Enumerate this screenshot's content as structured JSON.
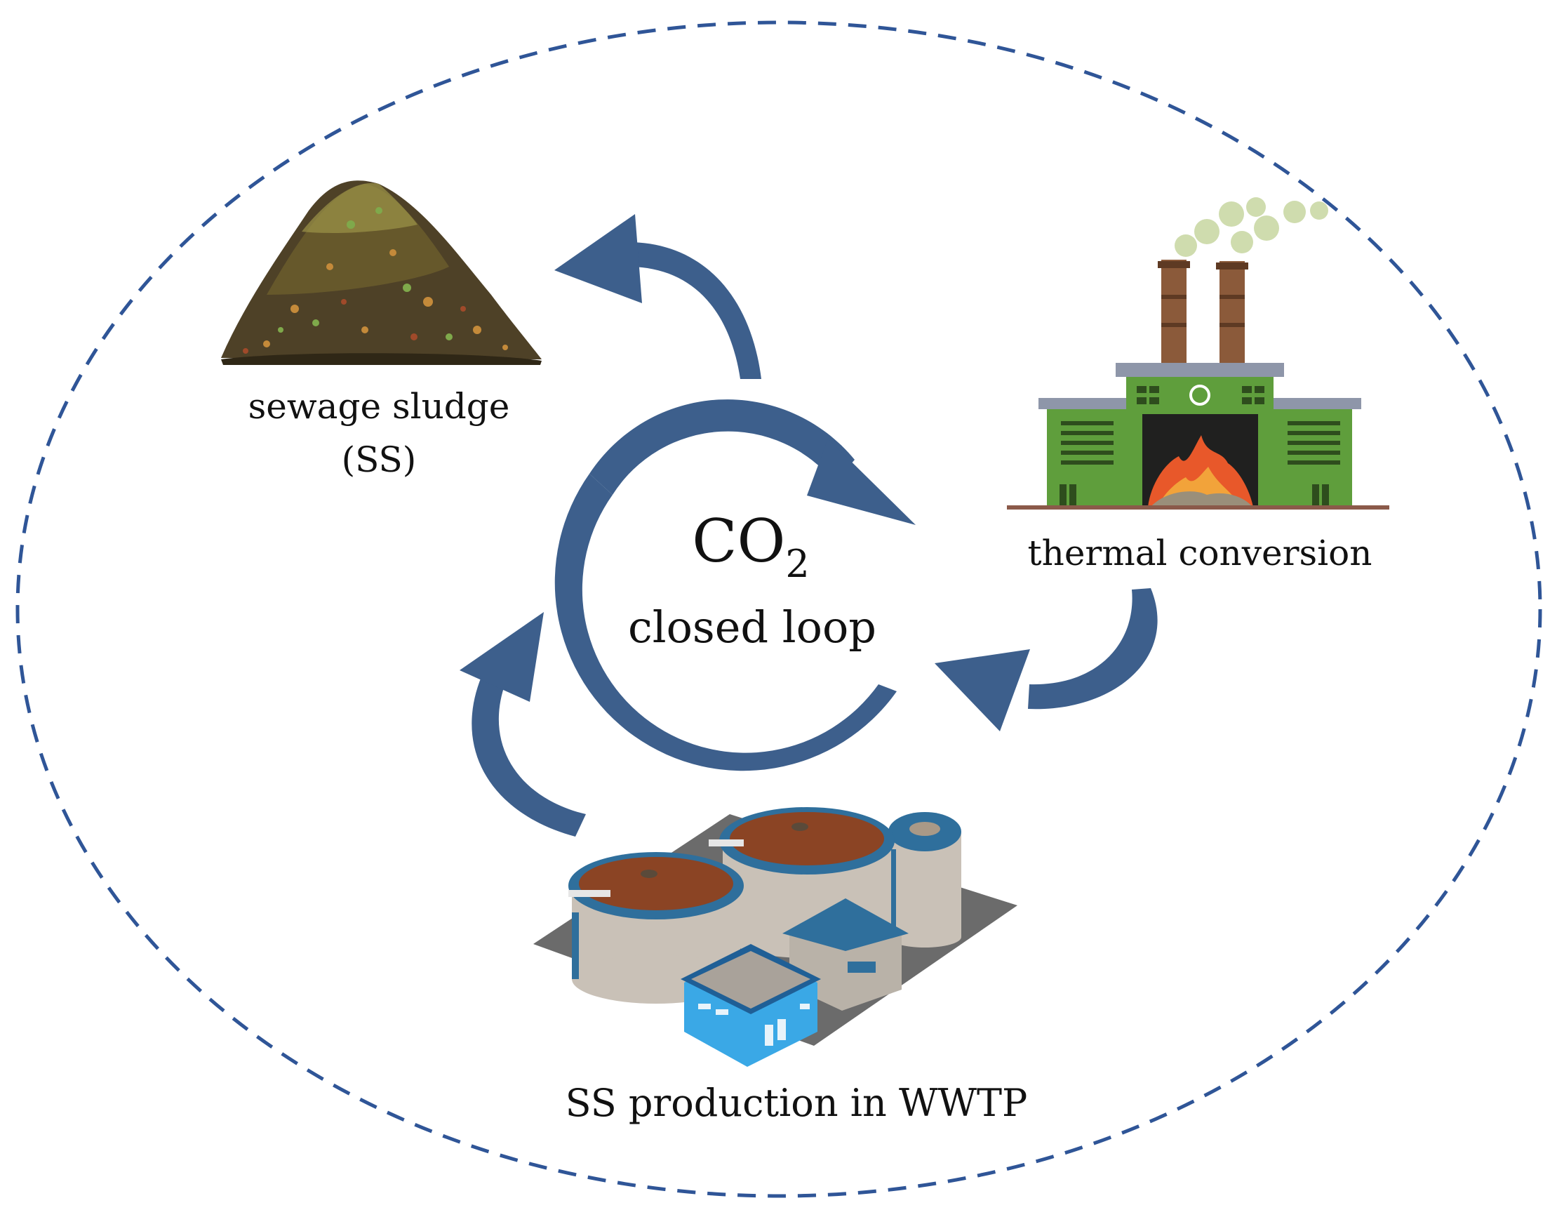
{
  "nodes": {
    "sludge": {
      "line1": "sewage sludge",
      "line2": "(SS)"
    },
    "thermal": {
      "label": "thermal conversion"
    },
    "wwtp": {
      "label": "SS production in WWTP"
    }
  },
  "center": {
    "formula_main": "CO",
    "formula_sub": "2",
    "caption": "closed loop"
  },
  "colors": {
    "arrow": "#3d5f8c",
    "dashed_boundary": "#2f5597"
  }
}
